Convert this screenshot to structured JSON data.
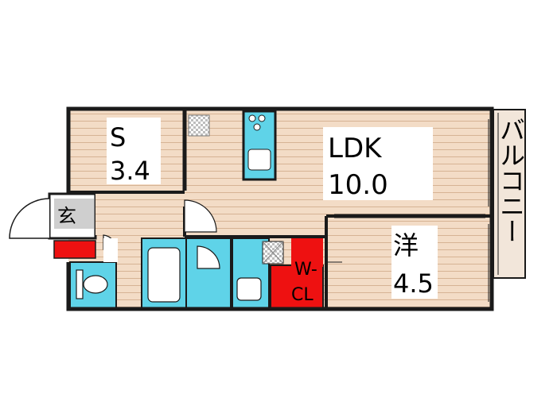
{
  "rooms": {
    "s": {
      "name": "S",
      "size": "3.4"
    },
    "ldk": {
      "name": "LDK",
      "size": "10.0"
    },
    "yo": {
      "name": "洋",
      "size": "4.5"
    },
    "genkan": {
      "name": "玄"
    },
    "wcl": {
      "line1": "W-",
      "line2": "CL"
    },
    "balcony": {
      "name": "バルコニー"
    }
  },
  "colors": {
    "floor": "#f3dcc6",
    "stripe": "#dcb99a",
    "wall": "#1a1a1a",
    "wet": "#5fd3e8",
    "storage": "#ee1111",
    "balcony": "#f2e6da",
    "grey": "#cfcfcf"
  }
}
